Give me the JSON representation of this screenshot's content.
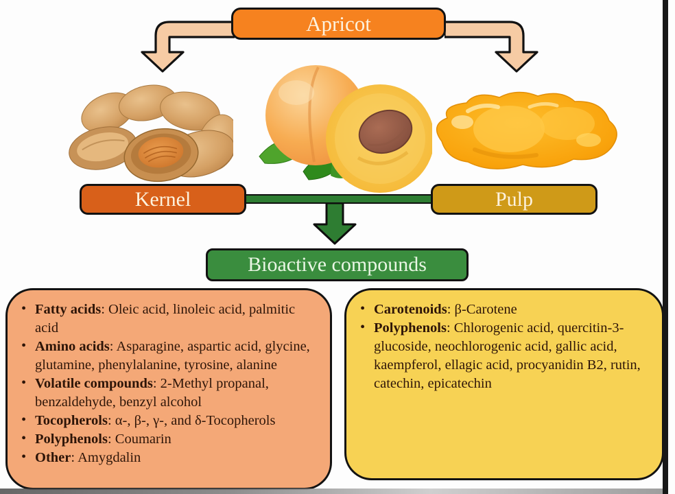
{
  "header": {
    "title": "Apricot"
  },
  "branch_labels": {
    "kernel": "Kernel",
    "pulp": "Pulp"
  },
  "bioactive_label": "Bioactive compounds",
  "bullet_char": "•",
  "kernel_compounds": {
    "items": [
      {
        "label": "Fatty acids",
        "text": ": Oleic acid, linoleic acid, palmitic acid"
      },
      {
        "label": "Amino acids",
        "text": ": Asparagine, aspartic acid, glycine, glutamine, phenylalanine, tyrosine, alanine"
      },
      {
        "label": "Volatile compounds",
        "text": ": 2-Methyl propanal, benzaldehyde, benzyl alcohol"
      },
      {
        "label": "Tocopherols",
        "text": ": α-, β-, γ-, and δ-Tocopherols"
      },
      {
        "label": "Polyphenols",
        "text": ": Coumarin"
      },
      {
        "label": "Other",
        "text": ": Amygdalin"
      }
    ]
  },
  "pulp_compounds": {
    "items": [
      {
        "label": "Carotenoids",
        "text": ": β-Carotene"
      },
      {
        "label": "Polyphenols",
        "text": ": Chlorogenic acid, quercitin-3-glucoside, neochlorogenic acid, gallic acid, kaempferol, ellagic acid, procyanidin B2, rutin, catechin, epicatechin"
      }
    ]
  },
  "images": {
    "kernels": "apricot-kernels-photo",
    "apricot": "apricot-fruit-photo",
    "pulp": "apricot-pulp-photo"
  },
  "colors": {
    "apricot_node": "#F6821F",
    "kernel_node": "#D8601A",
    "pulp_node": "#CF9A18",
    "connector_green": "#2E7D32",
    "bioactive_node": "#3A8D3E",
    "kernel_panel": "#F4A877",
    "pulp_panel": "#F7D254",
    "arrow_fill": "#F6CBA4",
    "text_dark": "#2E1508"
  }
}
